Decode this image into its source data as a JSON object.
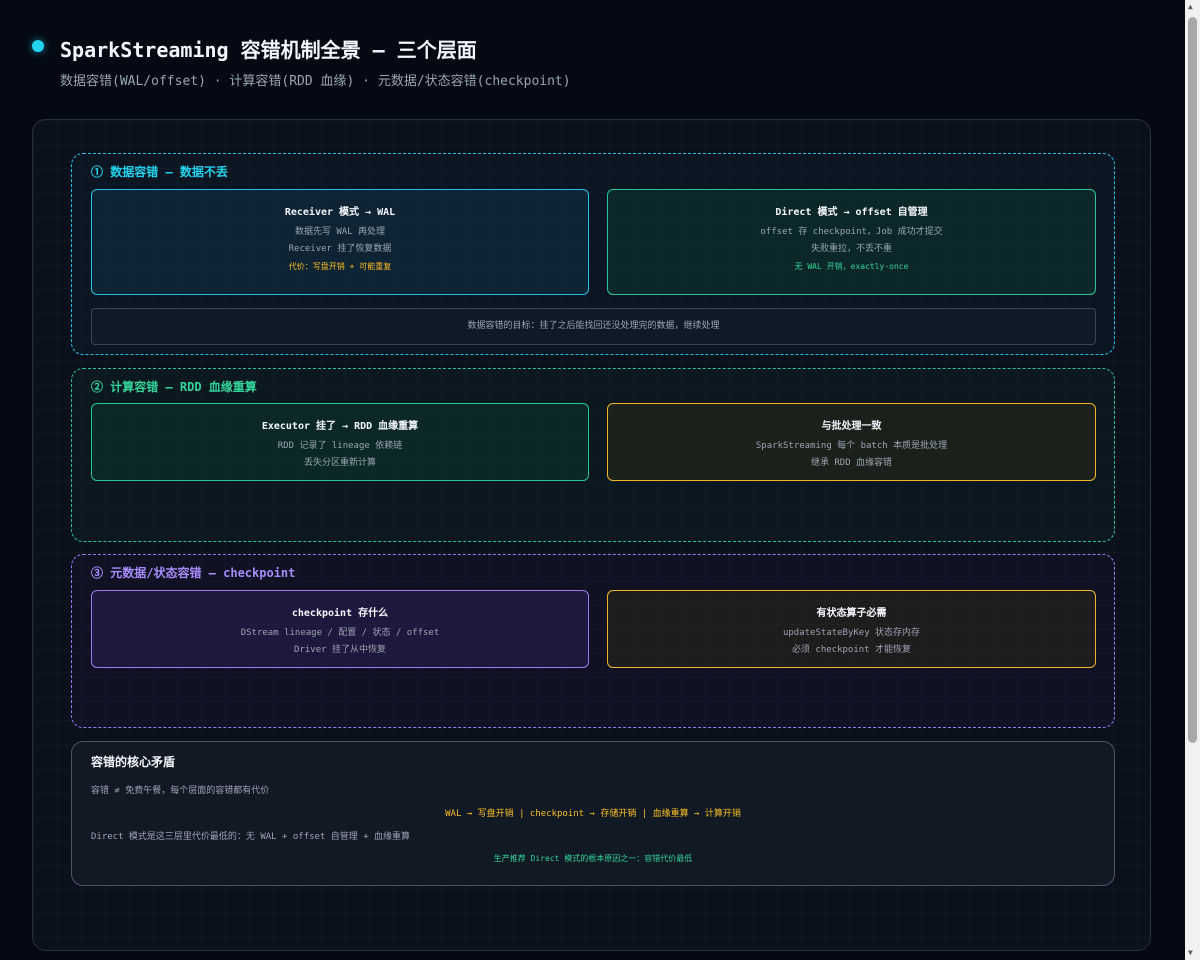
{
  "header": {
    "title": "SparkStreaming 容错机制全景 — 三个层面",
    "subtitle": "数据容错(WAL/offset) · 计算容错(RDD 血缘) · 元数据/状态容错(checkpoint)"
  },
  "layers": [
    {
      "title": "① 数据容错 — 数据不丢",
      "left": {
        "title": "Receiver 模式 → WAL",
        "line1": "数据先写 WAL 再处理",
        "line2": "Receiver 挂了恢复数据",
        "note": "代价：写盘开销 + 可能重复"
      },
      "right": {
        "title": "Direct 模式 → offset 自管理",
        "line1": "offset 存 checkpoint，Job 成功才提交",
        "line2": "失败重拉，不丢不重",
        "note": "无 WAL 开销，exactly-once"
      },
      "goal": "数据容错的目标：挂了之后能找回还没处理完的数据，继续处理"
    },
    {
      "title": "② 计算容错 — RDD 血缘重算",
      "left": {
        "title": "Executor 挂了 → RDD 血缘重算",
        "line1": "RDD 记录了 lineage 依赖链",
        "line2": "丢失分区重新计算"
      },
      "right": {
        "title": "与批处理一致",
        "line1": "SparkStreaming 每个 batch 本质是批处理",
        "line2": "继承 RDD 血缘容错"
      }
    },
    {
      "title": "③ 元数据/状态容错 — checkpoint",
      "left": {
        "title": "checkpoint 存什么",
        "line1": "DStream lineage / 配置 / 状态 / offset",
        "line2": "Driver 挂了从中恢复"
      },
      "right": {
        "title": "有状态算子必需",
        "line1": "updateStateByKey 状态存内存",
        "line2": "必须 checkpoint 才能恢复"
      }
    }
  ],
  "core": {
    "title": "容错的核心矛盾",
    "line1": "容错 ≠ 免费午餐，每个层面的容错都有代价",
    "line2": "WAL → 写盘开销 | checkpoint → 存储开销 | 血缘重算 → 计算开销",
    "line3": "Direct 模式是这三层里代价最低的：无 WAL + offset 自管理 + 血缘重算",
    "line4": "生产推荐 Direct 模式的根本原因之一：容错代价最低"
  },
  "colors": {
    "cyan": "#22d3ee",
    "green": "#34d399",
    "purple": "#a78bfa",
    "amber": "#fbbf24",
    "background": "#050913"
  }
}
